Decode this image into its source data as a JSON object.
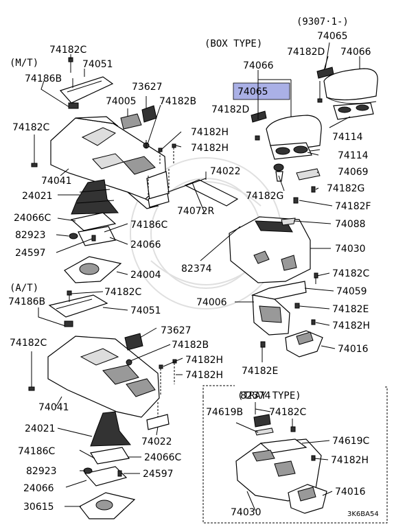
{
  "headers": {
    "mt": "(M/T)",
    "at": "(A/T)",
    "box_type": "(BOX TYPE)",
    "tray_type": "(TRAY TYPE)",
    "date_code": "(9307·1-)",
    "figure_code": "3K6BA54"
  },
  "highlight": {
    "part_number": "74065",
    "color": "#aab0e6"
  },
  "labels": {
    "l74182c_a": "74182C",
    "l74051_a": "74051",
    "l74186b_a": "74186B",
    "l73627_a": "73627",
    "l74005": "74005",
    "l74182b_a": "74182B",
    "l74182c_b": "74182C",
    "l74182h_a": "74182H",
    "l74182h_b": "74182H",
    "l74041_a": "74041",
    "l74022_a": "74022",
    "l24021_a": "24021",
    "l74072r": "74072R",
    "l24066c_a": "24066C",
    "l74186c_a": "74186C",
    "l82923_a": "82923",
    "l24066_a": "24066",
    "l24597_a": "24597",
    "l24004": "24004",
    "l74182c_c": "74182C",
    "l74186b_b": "74186B",
    "l74051_b": "74051",
    "l73627_b": "73627",
    "l74182c_d": "74182C",
    "l74182b_b": "74182B",
    "l74182h_c": "74182H",
    "l74182h_d": "74182H",
    "l74041_b": "74041",
    "l24021_b": "24021",
    "l74022_b": "74022",
    "l74186c_b": "74186C",
    "l24066c_b": "24066C",
    "l82923_b": "82923",
    "l24597_b": "24597",
    "l24066_b": "24066",
    "l30615": "30615",
    "l74065_top": "74065",
    "l74182d_a": "74182D",
    "l74066_a": "74066",
    "l74066_b": "74066",
    "l74065_hl": "74065",
    "l74182d_b": "74182D",
    "l74114_a": "74114",
    "l74114_b": "74114",
    "l74069": "74069",
    "l74182g_a": "74182G",
    "l74182g_b": "74182G",
    "l74182f": "74182F",
    "l74088": "74088",
    "l74030_a": "74030",
    "l82374_a": "82374",
    "l74182c_e": "74182C",
    "l74059": "74059",
    "l74006": "74006",
    "l74182e_a": "74182E",
    "l74182h_e": "74182H",
    "l74016_a": "74016",
    "l74182e_b": "74182E",
    "l82374_b": "82374",
    "l74619b": "74619B",
    "l74182c_f": "74182C",
    "l74619c": "74619C",
    "l74182h_f": "74182H",
    "l74016_b": "74016",
    "l74030_b": "74030"
  }
}
